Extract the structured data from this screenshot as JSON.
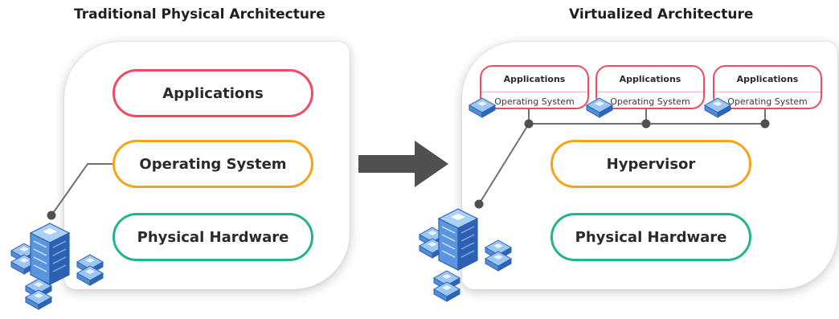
{
  "traditional": {
    "title": "Traditional Physical Architecture",
    "layers": {
      "applications": "Applications",
      "operating_system": "Operating System",
      "physical_hardware": "Physical Hardware"
    }
  },
  "virtualized": {
    "title": "Virtualized Architecture",
    "vms": [
      {
        "applications": "Applications",
        "operating_system": "Operating System"
      },
      {
        "applications": "Applications",
        "operating_system": "Operating System"
      },
      {
        "applications": "Applications",
        "operating_system": "Operating System"
      }
    ],
    "layers": {
      "hypervisor": "Hypervisor",
      "physical_hardware": "Physical Hardware"
    }
  },
  "colors": {
    "applications": "#ef4b63",
    "operating_system": "#f6a319",
    "physical_hardware": "#20b58f",
    "arrow": "#505050",
    "server": "#3f7fd6"
  },
  "icons": [
    "server-rack-icon",
    "server-cube-icon",
    "transition-arrow-icon"
  ]
}
